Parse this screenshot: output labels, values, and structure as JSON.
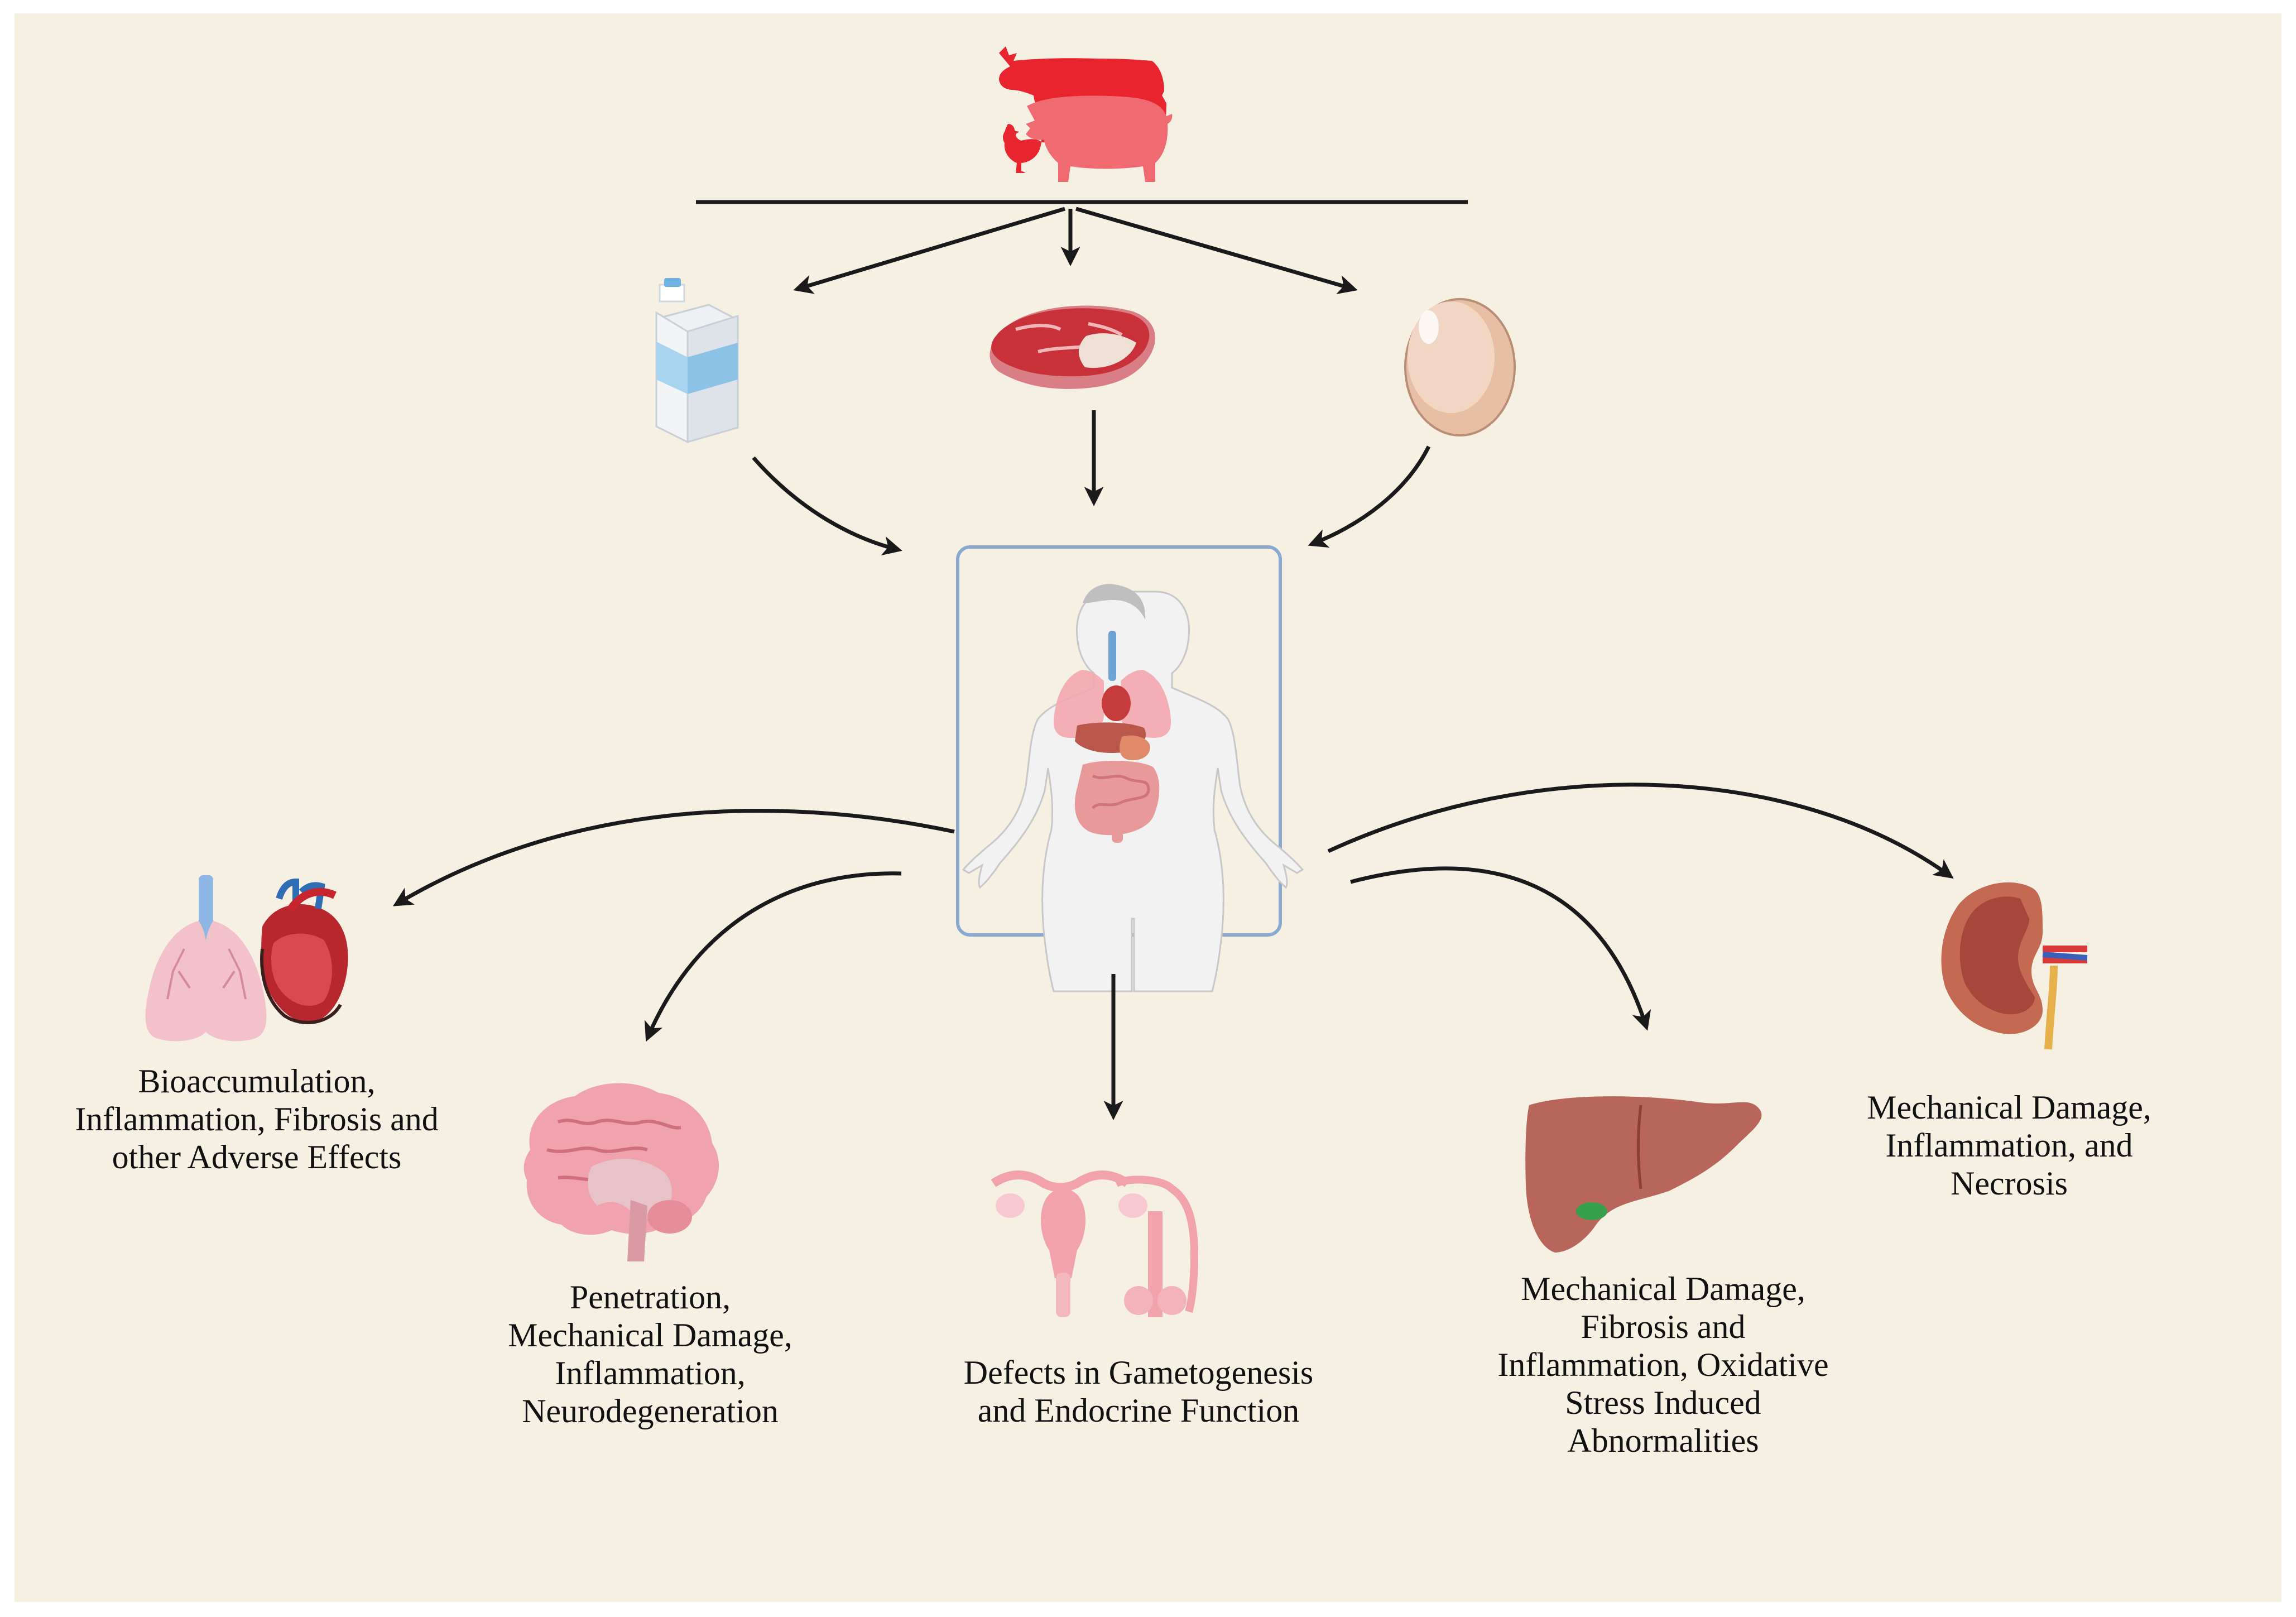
{
  "colors": {
    "background": "#f6f0e3",
    "arrow": "#1a1a1a",
    "livestock": "#e8252e",
    "human_box_border": "#8aa9d0"
  },
  "sources": {
    "livestock_icon": "cow-pig-chicken-icon",
    "foods": [
      {
        "name": "milk-carton-icon"
      },
      {
        "name": "meat-steak-icon"
      },
      {
        "name": "egg-icon"
      }
    ]
  },
  "human": {
    "icon": "human-body-organs-icon"
  },
  "effects": [
    {
      "organ_icon": "lungs-heart-icon",
      "lines": [
        "Bioaccumulation,",
        "Inflammation, Fibrosis and",
        "other Adverse Effects"
      ]
    },
    {
      "organ_icon": "brain-icon",
      "lines": [
        "Penetration,",
        "Mechanical Damage,",
        "Inflammation,",
        "Neurodegeneration"
      ]
    },
    {
      "organ_icon": "reproductive-organs-icon",
      "lines": [
        "Defects in Gametogenesis",
        "and Endocrine Function"
      ]
    },
    {
      "organ_icon": "liver-icon",
      "lines": [
        "Mechanical Damage,",
        "Fibrosis and",
        "Inflammation, Oxidative",
        "Stress Induced",
        "Abnormalities"
      ]
    },
    {
      "organ_icon": "kidney-icon",
      "lines": [
        "Mechanical Damage,",
        "Inflammation, and",
        "Necrosis"
      ]
    }
  ]
}
